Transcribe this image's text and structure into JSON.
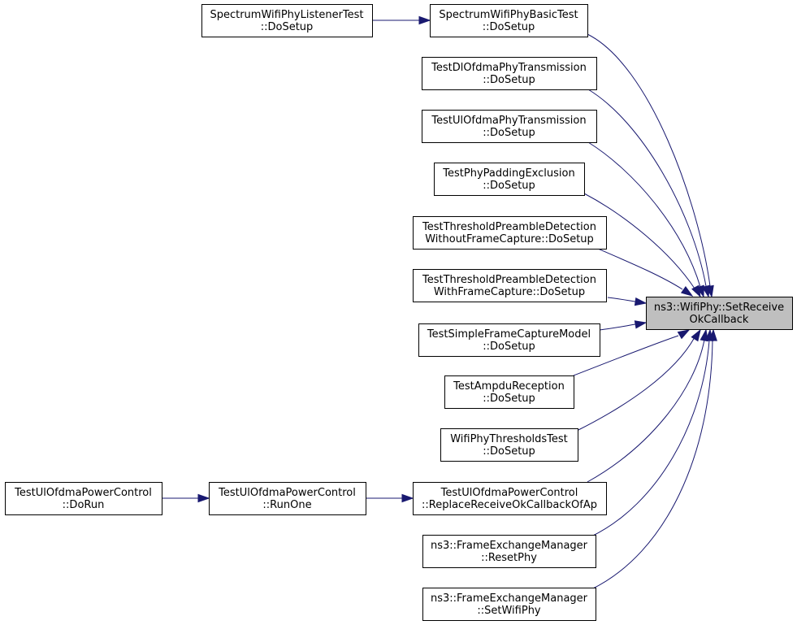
{
  "graph": {
    "edge_color": "#191970",
    "focus_fill": "#bfbfbf",
    "nodes": [
      {
        "id": "target",
        "lines": [
          "ns3::WifiPhy::SetReceive",
          "OkCallback"
        ],
        "focus": true
      },
      {
        "id": "listener",
        "lines": [
          "SpectrumWifiPhyListenerTest",
          "::DoSetup"
        ]
      },
      {
        "id": "basic",
        "lines": [
          "SpectrumWifiPhyBasicTest",
          "::DoSetup"
        ]
      },
      {
        "id": "dlofdma",
        "lines": [
          "TestDlOfdmaPhyTransmission",
          "::DoSetup"
        ]
      },
      {
        "id": "ulofdma",
        "lines": [
          "TestUlOfdmaPhyTransmission",
          "::DoSetup"
        ]
      },
      {
        "id": "padding",
        "lines": [
          "TestPhyPaddingExclusion",
          "::DoSetup"
        ]
      },
      {
        "id": "thrwithout",
        "lines": [
          "TestThresholdPreambleDetection",
          "WithoutFrameCapture::DoSetup"
        ]
      },
      {
        "id": "thrwith",
        "lines": [
          "TestThresholdPreambleDetection",
          "WithFrameCapture::DoSetup"
        ]
      },
      {
        "id": "capture",
        "lines": [
          "TestSimpleFrameCaptureModel",
          "::DoSetup"
        ]
      },
      {
        "id": "ampdu",
        "lines": [
          "TestAmpduReception",
          "::DoSetup"
        ]
      },
      {
        "id": "thresholds",
        "lines": [
          "WifiPhyThresholdsTest",
          "::DoSetup"
        ]
      },
      {
        "id": "dorun",
        "lines": [
          "TestUlOfdmaPowerControl",
          "::DoRun"
        ]
      },
      {
        "id": "runone",
        "lines": [
          "TestUlOfdmaPowerControl",
          "::RunOne"
        ]
      },
      {
        "id": "replace",
        "lines": [
          "TestUlOfdmaPowerControl",
          "::ReplaceReceiveOkCallbackOfAp"
        ]
      },
      {
        "id": "resetphy",
        "lines": [
          "ns3::FrameExchangeManager",
          "::ResetPhy"
        ]
      },
      {
        "id": "setwifiphy",
        "lines": [
          "ns3::FrameExchangeManager",
          "::SetWifiPhy"
        ]
      }
    ],
    "edges": [
      {
        "from": "listener",
        "to": "basic"
      },
      {
        "from": "basic",
        "to": "target"
      },
      {
        "from": "dlofdma",
        "to": "target"
      },
      {
        "from": "ulofdma",
        "to": "target"
      },
      {
        "from": "padding",
        "to": "target"
      },
      {
        "from": "thrwithout",
        "to": "target"
      },
      {
        "from": "thrwith",
        "to": "target"
      },
      {
        "from": "capture",
        "to": "target"
      },
      {
        "from": "ampdu",
        "to": "target"
      },
      {
        "from": "thresholds",
        "to": "target"
      },
      {
        "from": "dorun",
        "to": "runone"
      },
      {
        "from": "runone",
        "to": "replace"
      },
      {
        "from": "replace",
        "to": "target"
      },
      {
        "from": "resetphy",
        "to": "target"
      },
      {
        "from": "setwifiphy",
        "to": "target"
      }
    ]
  }
}
